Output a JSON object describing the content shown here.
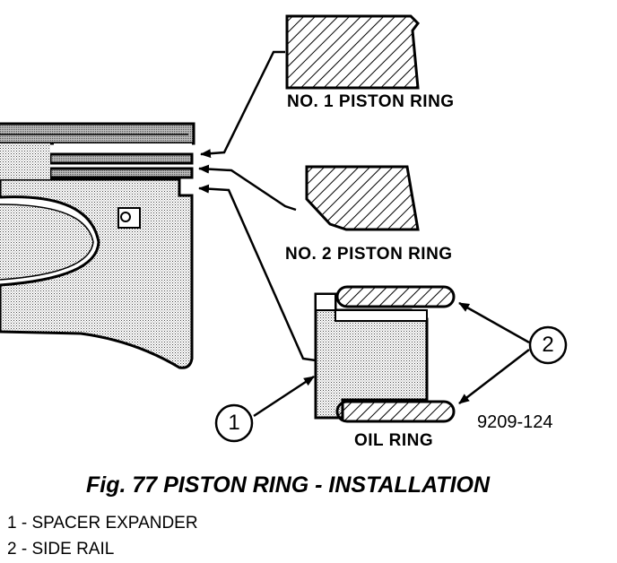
{
  "labels": {
    "ring1": "NO. 1 PISTON RING",
    "ring2": "NO. 2 PISTON RING",
    "oil": "OIL RING",
    "fig_number": "9209-124"
  },
  "callouts": {
    "one": "1",
    "two": "2"
  },
  "caption": "Fig. 77 PISTON RING - INSTALLATION",
  "legend": [
    "1 - SPACER EXPANDER",
    "2 - SIDE RAIL"
  ]
}
